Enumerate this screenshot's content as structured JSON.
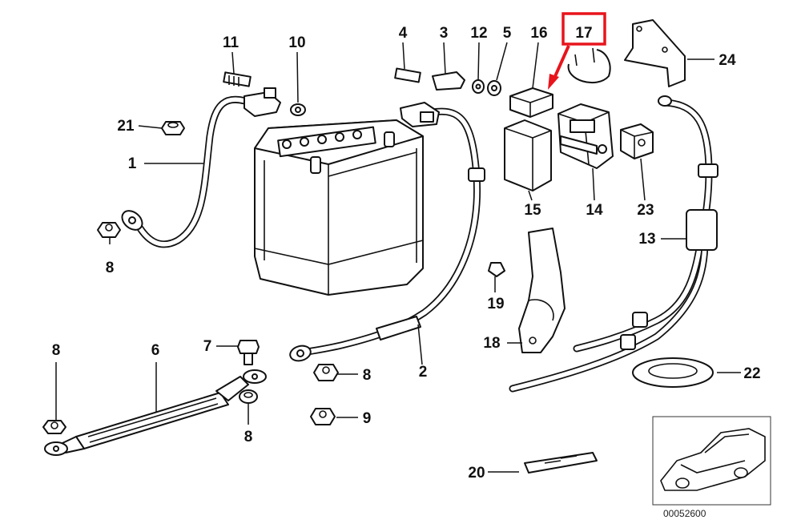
{
  "labels": {
    "p1": "1",
    "p2": "2",
    "p3": "3",
    "p4": "4",
    "p5": "5",
    "p6": "6",
    "p7": "7",
    "p8a": "8",
    "p8b": "8",
    "p8c": "8",
    "p8d": "8",
    "p9": "9",
    "p10": "10",
    "p11": "11",
    "p12": "12",
    "p13": "13",
    "p14": "14",
    "p15": "15",
    "p16": "16",
    "p17": "17",
    "p18": "18",
    "p19": "19",
    "p20": "20",
    "p21": "21",
    "p22": "22",
    "p23": "23",
    "p24": "24"
  },
  "highlight": {
    "part": "17",
    "color": "#e8141c"
  },
  "reference_number": "00052600"
}
